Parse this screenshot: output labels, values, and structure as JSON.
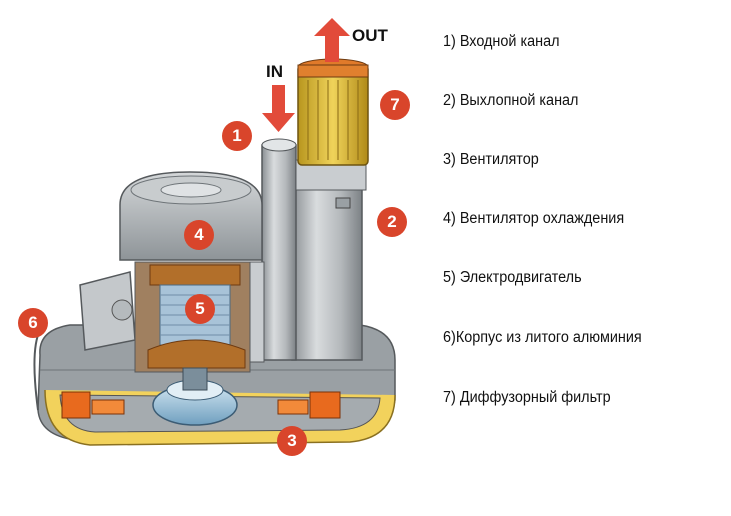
{
  "colors": {
    "badge": "#d9452b",
    "arrow": "#e24b3a"
  },
  "arrows": {
    "in_label": "IN",
    "out_label": "OUT"
  },
  "badges": [
    "1",
    "2",
    "3",
    "4",
    "5",
    "6",
    "7"
  ],
  "legend": [
    "1) Входной канал",
    "2) Выхлопной канал",
    "3) Вентилятор",
    "4) Вентилятор охлаждения",
    "5) Электродвигатель",
    "6)Корпус из литого алюминия",
    "7) Диффузорный фильтр"
  ]
}
